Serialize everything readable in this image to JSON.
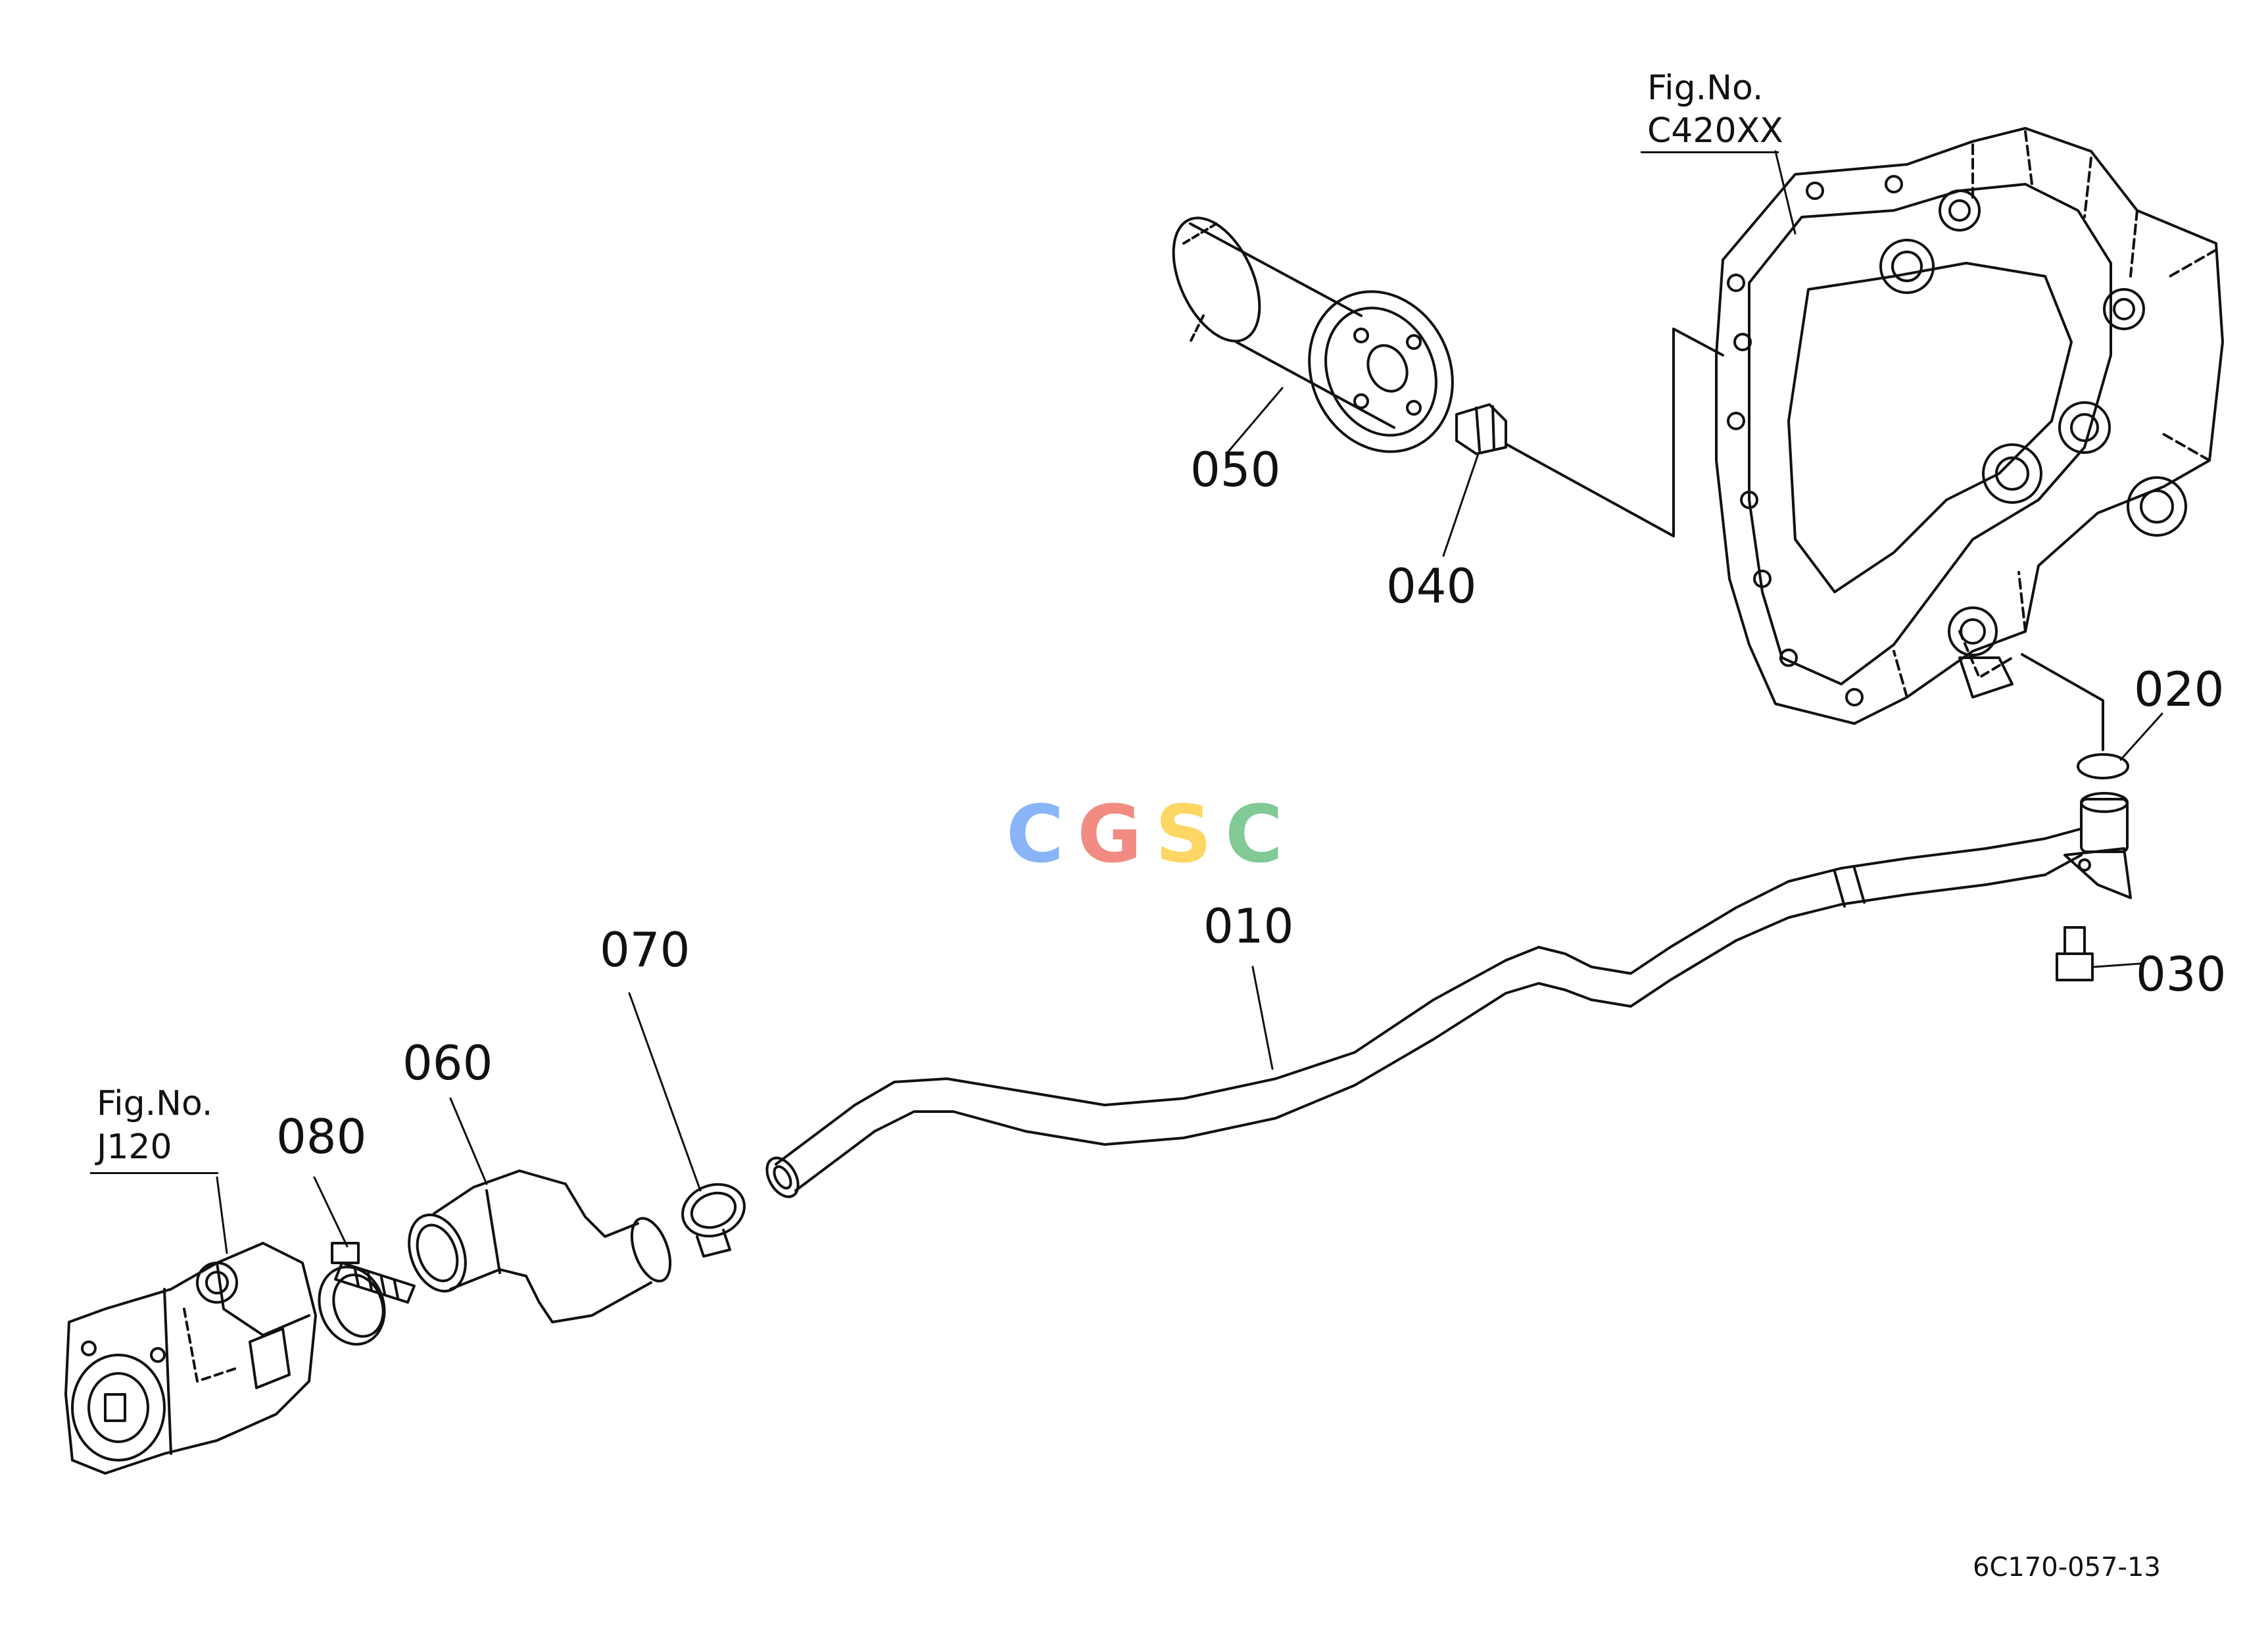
{
  "diagram": {
    "fig_refs": [
      {
        "line1": "Fig.No.",
        "line2": "C420XX"
      },
      {
        "line1": "Fig.No.",
        "line2": "J120"
      }
    ],
    "part_labels": {
      "p010": "010",
      "p020": "020",
      "p030": "030",
      "p040": "040",
      "p050": "050",
      "p060": "060",
      "p070": "070",
      "p080": "080"
    },
    "drawing_code": "6C170-057-13",
    "watermark": {
      "letters": [
        "C",
        "G",
        "S",
        "C"
      ],
      "colors": [
        "#8ab4f8",
        "#f28b82",
        "#fdd663",
        "#81c995"
      ]
    }
  }
}
